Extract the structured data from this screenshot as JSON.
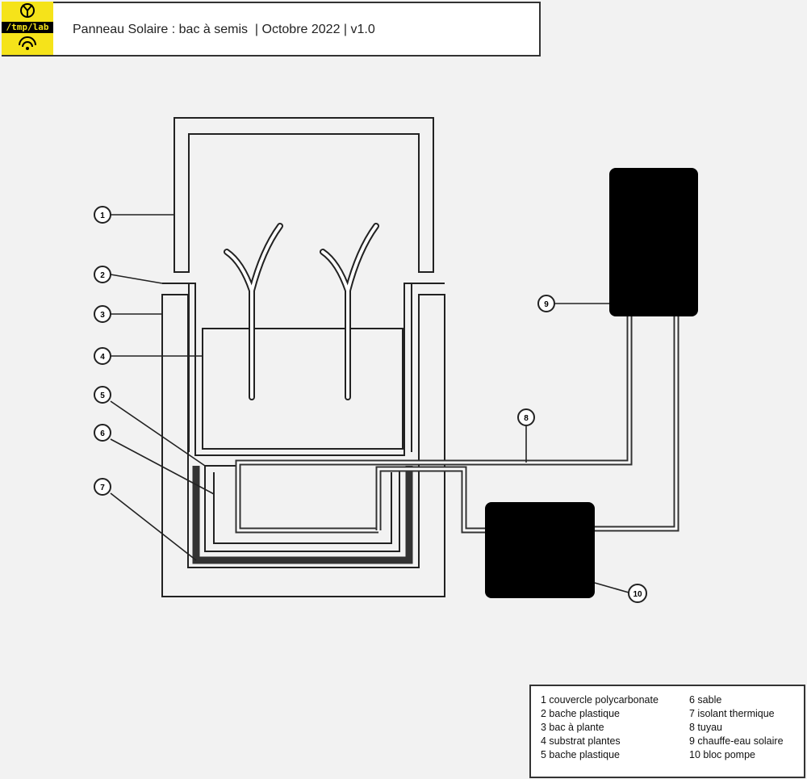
{
  "header": {
    "logo_text": "/tmp/lab",
    "title": "Panneau Solaire : bac à semis  | Octobre 2022 | v1.0"
  },
  "callouts": [
    "1",
    "2",
    "3",
    "4",
    "5",
    "6",
    "7",
    "8",
    "9",
    "10"
  ],
  "legend": {
    "left": [
      "1 couvercle polycarbonate",
      "2 bache plastique",
      "3 bac à plante",
      "4 substrat plantes",
      "5 bache plastique"
    ],
    "right": [
      "6 sable",
      "7 isolant thermique",
      "8 tuyau",
      "9 chauffe-eau solaire",
      "10 bloc pompe"
    ]
  }
}
